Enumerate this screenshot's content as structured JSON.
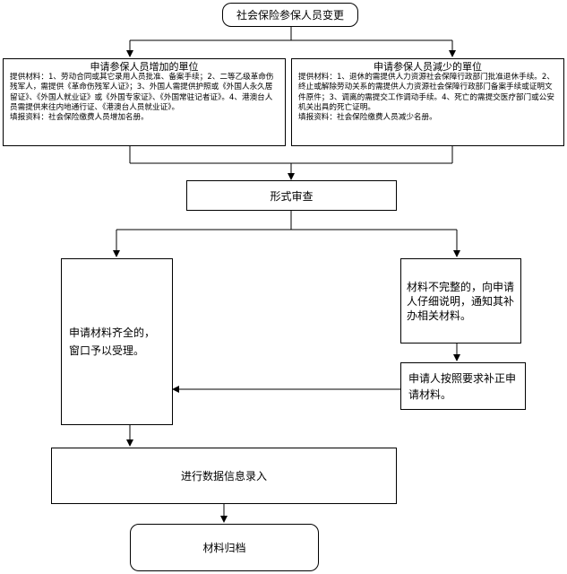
{
  "top": {
    "label": "社会保险参保人员变更"
  },
  "left_panel": {
    "title": "申请参保人员增加的單位",
    "materials": "提供材料：1、劳动合同或其它录用人员批准、备案手续；2、二等乙级革命伤残军人，需提供《革命伤残军人证》；3、外国人需提供护照或《外国人永久居留证》、《外国人就业证》或《外国专家证》、《外国常驻记者证》。4、港澳台人员需提供来往内地通行证、《港澳台人员就业证》。",
    "form": "填报资料：社会保险缴费人员增加名册。"
  },
  "right_panel": {
    "title": "申请参保人员減少的單位",
    "materials": "提供材料：1、退休的需提供人力资源社会保障行政部门批准退休手续。2、终止或解除劳动关系的需提供人力资源社会保障行政部门备案手续或证明文件原件；3、调离的需提交工作调动手续。4、死亡的需提交医疗部门或公安机关出具的死亡证明。",
    "form": "填报资料：社会保险缴费人员减少名册。"
  },
  "review": {
    "label": "形式审查"
  },
  "complete": {
    "label": "申请材料齐全的，窗口予以受理。"
  },
  "incomplete": {
    "label": "材料不完整的，向申请人仔细说明，通知其补办相关材料。"
  },
  "resubmit": {
    "label": "申请人按照要求补正申请材料。"
  },
  "entry": {
    "label": "进行数据信息录入"
  },
  "archive": {
    "label": "材料归档"
  }
}
